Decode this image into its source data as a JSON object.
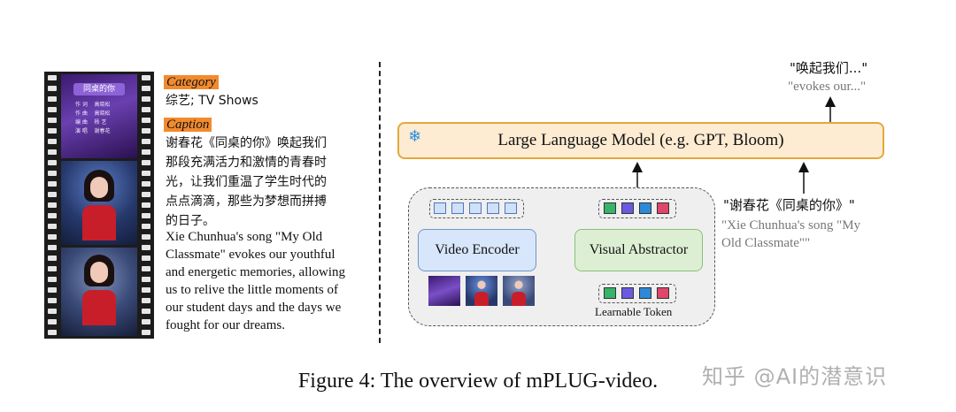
{
  "left": {
    "category_tag": "Category",
    "category_value": "综艺; TV Shows",
    "caption_tag": "Caption",
    "caption_zh_lines": [
      "谢春花《同桌的你》唤起我们",
      "那段充满活力和激情的青春时",
      "光，让我们重温了学生时代的",
      "点点滴滴，那些为梦想而拼搏",
      "的日子。"
    ],
    "caption_en_lines": [
      "Xie Chunhua's song \"My Old",
      "Classmate\" evokes our youthful",
      "and energetic memories, allowing",
      "us to relive the little moments of",
      "our student days and the days we",
      "fought for our dreams."
    ],
    "frame_title": "同桌的你",
    "frame_credits": "作 词    高晓松\n作 曲    高晓松\n编 曲    杨 艺\n演 唱    谢春花"
  },
  "diagram": {
    "llm_label": "Large Language Model (e.g. GPT, Bloom)",
    "frozen_icon": "snowflake-icon",
    "video_encoder_label": "Video Encoder",
    "visual_abstractor_label": "Visual Abstractor",
    "learnable_token_label": "Learnable Token",
    "output_zh": "\"唤起我们...\"",
    "output_en": "\"evokes our...\"",
    "input_zh": "\"谢春花《同桌的你》\"",
    "input_en_lines": [
      "\"Xie Chunhua's song \"My",
      "Old Classmate\"\""
    ],
    "colors": {
      "llm_fill": "#fdebd2",
      "llm_border": "#e3a93a",
      "encoder_fill": "#d7e6fa",
      "abstractor_fill": "#dcefd3",
      "token_green": "#38b36a",
      "token_purple": "#6a5ae0",
      "token_blue": "#2d8ad8",
      "token_red": "#e0456a",
      "tag_orange": "#f28a2e"
    }
  },
  "figure_caption": "Figure 4: The overview of mPLUG-video.",
  "watermark": "知乎 @AI的潜意识"
}
